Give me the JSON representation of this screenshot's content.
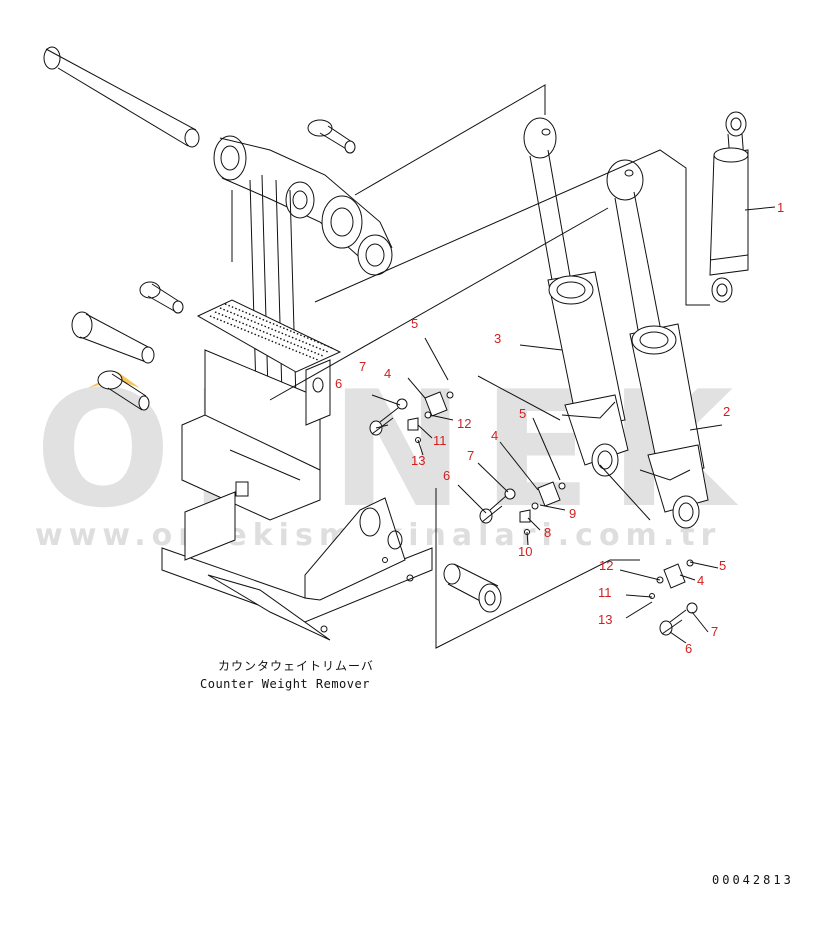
{
  "caption": {
    "japanese": "カウンタウェイトリムーバ",
    "english": "Counter Weight Remover"
  },
  "drawing_number": "00042813",
  "watermark": {
    "brand": "ORNEK",
    "url": "www.ornekismakinalari.com.tr"
  },
  "callouts": [
    {
      "id": "c1",
      "text": "1"
    },
    {
      "id": "c2",
      "text": "2"
    },
    {
      "id": "c3",
      "text": "3"
    },
    {
      "id": "c4a",
      "text": "4"
    },
    {
      "id": "c4b",
      "text": "4"
    },
    {
      "id": "c4c",
      "text": "4"
    },
    {
      "id": "c5a",
      "text": "5"
    },
    {
      "id": "c5b",
      "text": "5"
    },
    {
      "id": "c5c",
      "text": "5"
    },
    {
      "id": "c6a",
      "text": "6"
    },
    {
      "id": "c6b",
      "text": "6"
    },
    {
      "id": "c6c",
      "text": "6"
    },
    {
      "id": "c7a",
      "text": "7"
    },
    {
      "id": "c7b",
      "text": "7"
    },
    {
      "id": "c7c",
      "text": "7"
    },
    {
      "id": "c8",
      "text": "8"
    },
    {
      "id": "c9",
      "text": "9"
    },
    {
      "id": "c10",
      "text": "10"
    },
    {
      "id": "c11a",
      "text": "11"
    },
    {
      "id": "c11b",
      "text": "11"
    },
    {
      "id": "c12a",
      "text": "12"
    },
    {
      "id": "c12b",
      "text": "12"
    },
    {
      "id": "c13a",
      "text": "13"
    },
    {
      "id": "c13b",
      "text": "13"
    }
  ],
  "colors": {
    "callout": "#d11f1f",
    "line": "#111111",
    "watermark": "#c9c9c9",
    "watermark_accent": "#f2b632"
  }
}
